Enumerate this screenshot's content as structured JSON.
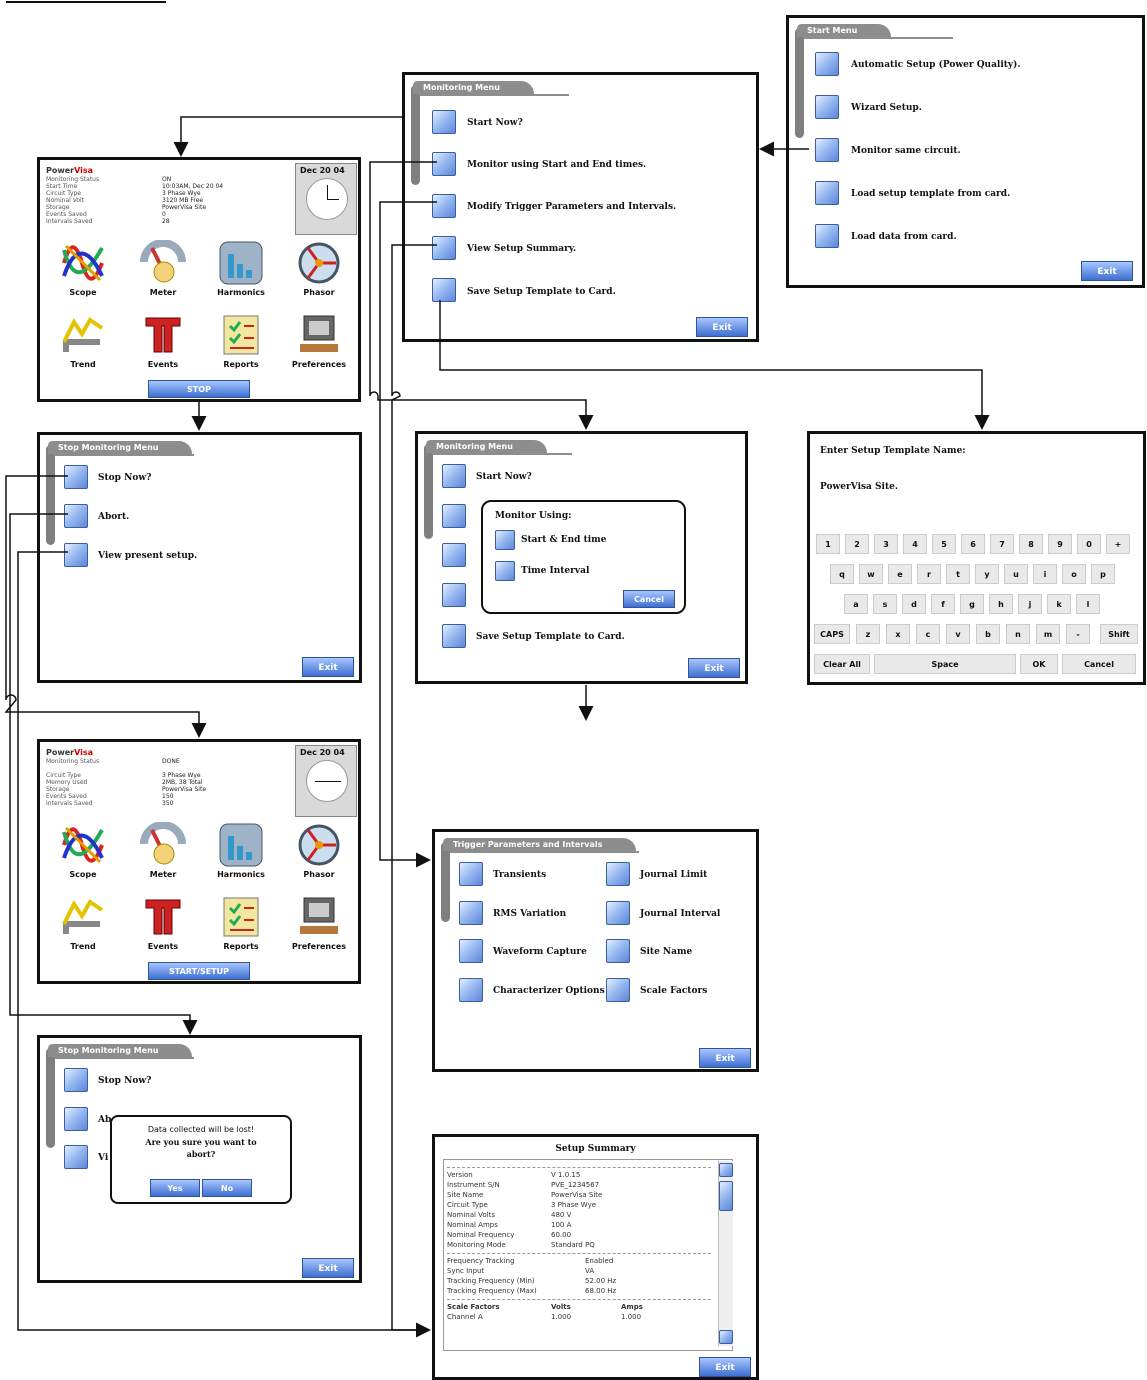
{
  "start_menu": {
    "tab": "Start Menu",
    "items": [
      "Automatic Setup (Power Quality).",
      "Wizard Setup.",
      "Monitor same circuit.",
      "Load setup template from card.",
      "Load data from card."
    ],
    "exit": "Exit"
  },
  "monitoring_menu_top": {
    "tab": "Monitoring Menu",
    "items": [
      "Start Now?",
      "Monitor using Start and End times.",
      "Modify Trigger Parameters and Intervals.",
      "View Setup Summary.",
      "Save Setup Template to Card."
    ],
    "exit": "Exit"
  },
  "home1": {
    "brand_a": "Power",
    "brand_b": "Visa",
    "info_lines": [
      "Monitoring Status",
      "Start Time",
      "Circuit Type",
      "Nominal Volt",
      "Storage",
      "Events Saved",
      "Intervals Saved"
    ],
    "info_values": [
      "ON",
      "10:03AM, Dec 20 04",
      "3 Phase Wye",
      "3120 MB Free",
      "PowerVisa Site",
      "0",
      "28"
    ],
    "date": "Dec 20 04",
    "icons": [
      "Scope",
      "Meter",
      "Harmonics",
      "Phasor",
      "Trend",
      "Events",
      "Reports",
      "Preferences"
    ],
    "button": "STOP"
  },
  "stop_menu1": {
    "tab": "Stop Monitoring Menu",
    "items": [
      "Stop Now?",
      "Abort.",
      "View present setup."
    ],
    "exit": "Exit"
  },
  "monitoring_dialog": {
    "tab": "Monitoring Menu",
    "items": [
      "Start Now?",
      "Save Setup Template to Card."
    ],
    "dialog_title": "Monitor Using:",
    "options": [
      "Start & End time",
      "Time Interval"
    ],
    "cancel": "Cancel",
    "exit": "Exit"
  },
  "keyboard": {
    "title": "Enter Setup Template Name:",
    "value": "PowerVisa Site.",
    "row1": [
      "1",
      "2",
      "3",
      "4",
      "5",
      "6",
      "7",
      "8",
      "9",
      "0",
      "+"
    ],
    "row2": [
      "q",
      "w",
      "e",
      "r",
      "t",
      "y",
      "u",
      "i",
      "o",
      "p"
    ],
    "row3": [
      "a",
      "s",
      "d",
      "f",
      "g",
      "h",
      "j",
      "k",
      "l"
    ],
    "row4": [
      "CAPS",
      "z",
      "x",
      "c",
      "v",
      "b",
      "n",
      "m",
      "-",
      "Shift"
    ],
    "row5": [
      "Clear All",
      "Space",
      "OK",
      "Cancel"
    ]
  },
  "home2": {
    "brand_a": "Power",
    "brand_b": "Visa",
    "info_lines": [
      "Monitoring Status",
      "Circuit Type",
      "Memory Used",
      "Storage",
      "Events Saved",
      "Intervals Saved"
    ],
    "info_values": [
      "DONE",
      "3 Phase Wye",
      "2MB, 38 Total",
      "PowerVisa Site",
      "150",
      "350"
    ],
    "date": "Dec 20 04",
    "icons": [
      "Scope",
      "Meter",
      "Harmonics",
      "Phasor",
      "Trend",
      "Events",
      "Reports",
      "Preferences"
    ],
    "button": "START/SETUP"
  },
  "trigger_params": {
    "tab": "Trigger Parameters and Intervals",
    "left": [
      "Transients",
      "RMS Variation",
      "Waveform Capture",
      "Characterizer Options"
    ],
    "right": [
      "Journal Limit",
      "Journal Interval",
      "Site Name",
      "Scale Factors"
    ],
    "exit": "Exit"
  },
  "stop_menu2": {
    "tab": "Stop Monitoring Menu",
    "items": [
      "Stop Now?",
      "Ab",
      "Vi"
    ],
    "dialog_line1": "Data collected will be lost!",
    "dialog_line2": "Are you sure you want to",
    "dialog_line3": "abort?",
    "yes": "Yes",
    "no": "No",
    "exit": "Exit"
  },
  "setup_summary": {
    "title": "Setup Summary",
    "rows1": [
      [
        "Version",
        "V 1.0.15"
      ],
      [
        "Instrument S/N",
        "PVE_1234567"
      ],
      [
        "Site Name",
        "PowerVisa Site"
      ],
      [
        "Circuit Type",
        "3 Phase Wye"
      ],
      [
        "Nominal Volts",
        "480 V"
      ],
      [
        "Nominal Amps",
        "100 A"
      ],
      [
        "Nominal Frequency",
        "60.00"
      ],
      [
        "Monitoring Mode",
        "Standard PQ"
      ]
    ],
    "rows2": [
      [
        "Frequency Tracking",
        "Enabled"
      ],
      [
        "Sync Input",
        "VA"
      ],
      [
        "Tracking Frequency (Min)",
        "52.00 Hz"
      ],
      [
        "Tracking Frequency (Max)",
        "68.00 Hz"
      ]
    ],
    "header3": [
      "Scale Factors",
      "Volts",
      "Amps"
    ],
    "row3": [
      "Channel A",
      "1.000",
      "1.000"
    ],
    "exit": "Exit"
  },
  "colors": {
    "button_blue": "#4f7fdc",
    "tab_gray": "#8d8d8d",
    "frame": "#111111"
  }
}
